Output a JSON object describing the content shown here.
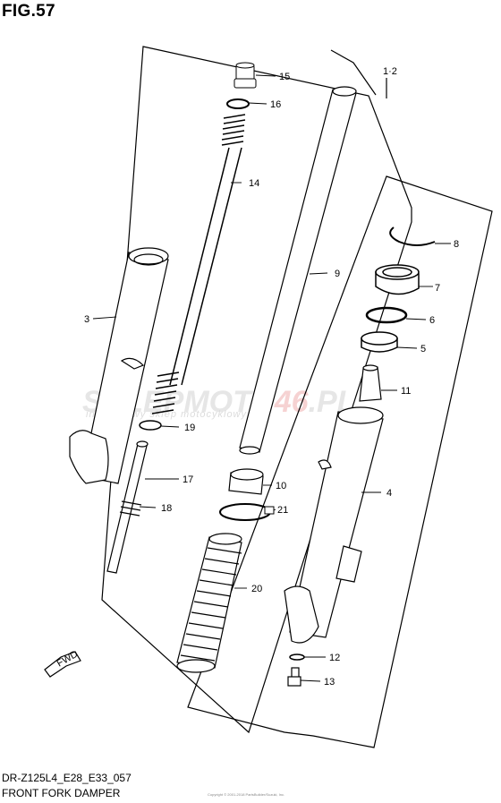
{
  "figure": {
    "title": "FIG.57",
    "model_code": "DR-Z125L4_E28_E33_057",
    "caption": "FRONT FORK DAMPER",
    "copyright": "Copyright © 2001-2018 PartsBuilder/Suzuki, Inc."
  },
  "watermark": {
    "brand_part1": "SKLEPMOTO",
    "brand_part2": "46",
    "brand_part3": ".PL",
    "tagline": "internetowy sklep motocyklowy"
  },
  "fwd_label": "FWD",
  "assembly_label": "1·2",
  "callouts": [
    {
      "number": "15",
      "name": "callout-15"
    },
    {
      "number": "16",
      "name": "callout-16"
    },
    {
      "number": "14",
      "name": "callout-14"
    },
    {
      "number": "3",
      "name": "callout-3"
    },
    {
      "number": "19",
      "name": "callout-19"
    },
    {
      "number": "17",
      "name": "callout-17"
    },
    {
      "number": "18",
      "name": "callout-18"
    },
    {
      "number": "9",
      "name": "callout-9"
    },
    {
      "number": "10",
      "name": "callout-10"
    },
    {
      "number": "21",
      "name": "callout-21"
    },
    {
      "number": "20",
      "name": "callout-20"
    },
    {
      "number": "8",
      "name": "callout-8"
    },
    {
      "number": "7",
      "name": "callout-7"
    },
    {
      "number": "6",
      "name": "callout-6"
    },
    {
      "number": "5",
      "name": "callout-5"
    },
    {
      "number": "11",
      "name": "callout-11"
    },
    {
      "number": "4",
      "name": "callout-4"
    },
    {
      "number": "12",
      "name": "callout-12"
    },
    {
      "number": "13",
      "name": "callout-13"
    }
  ]
}
